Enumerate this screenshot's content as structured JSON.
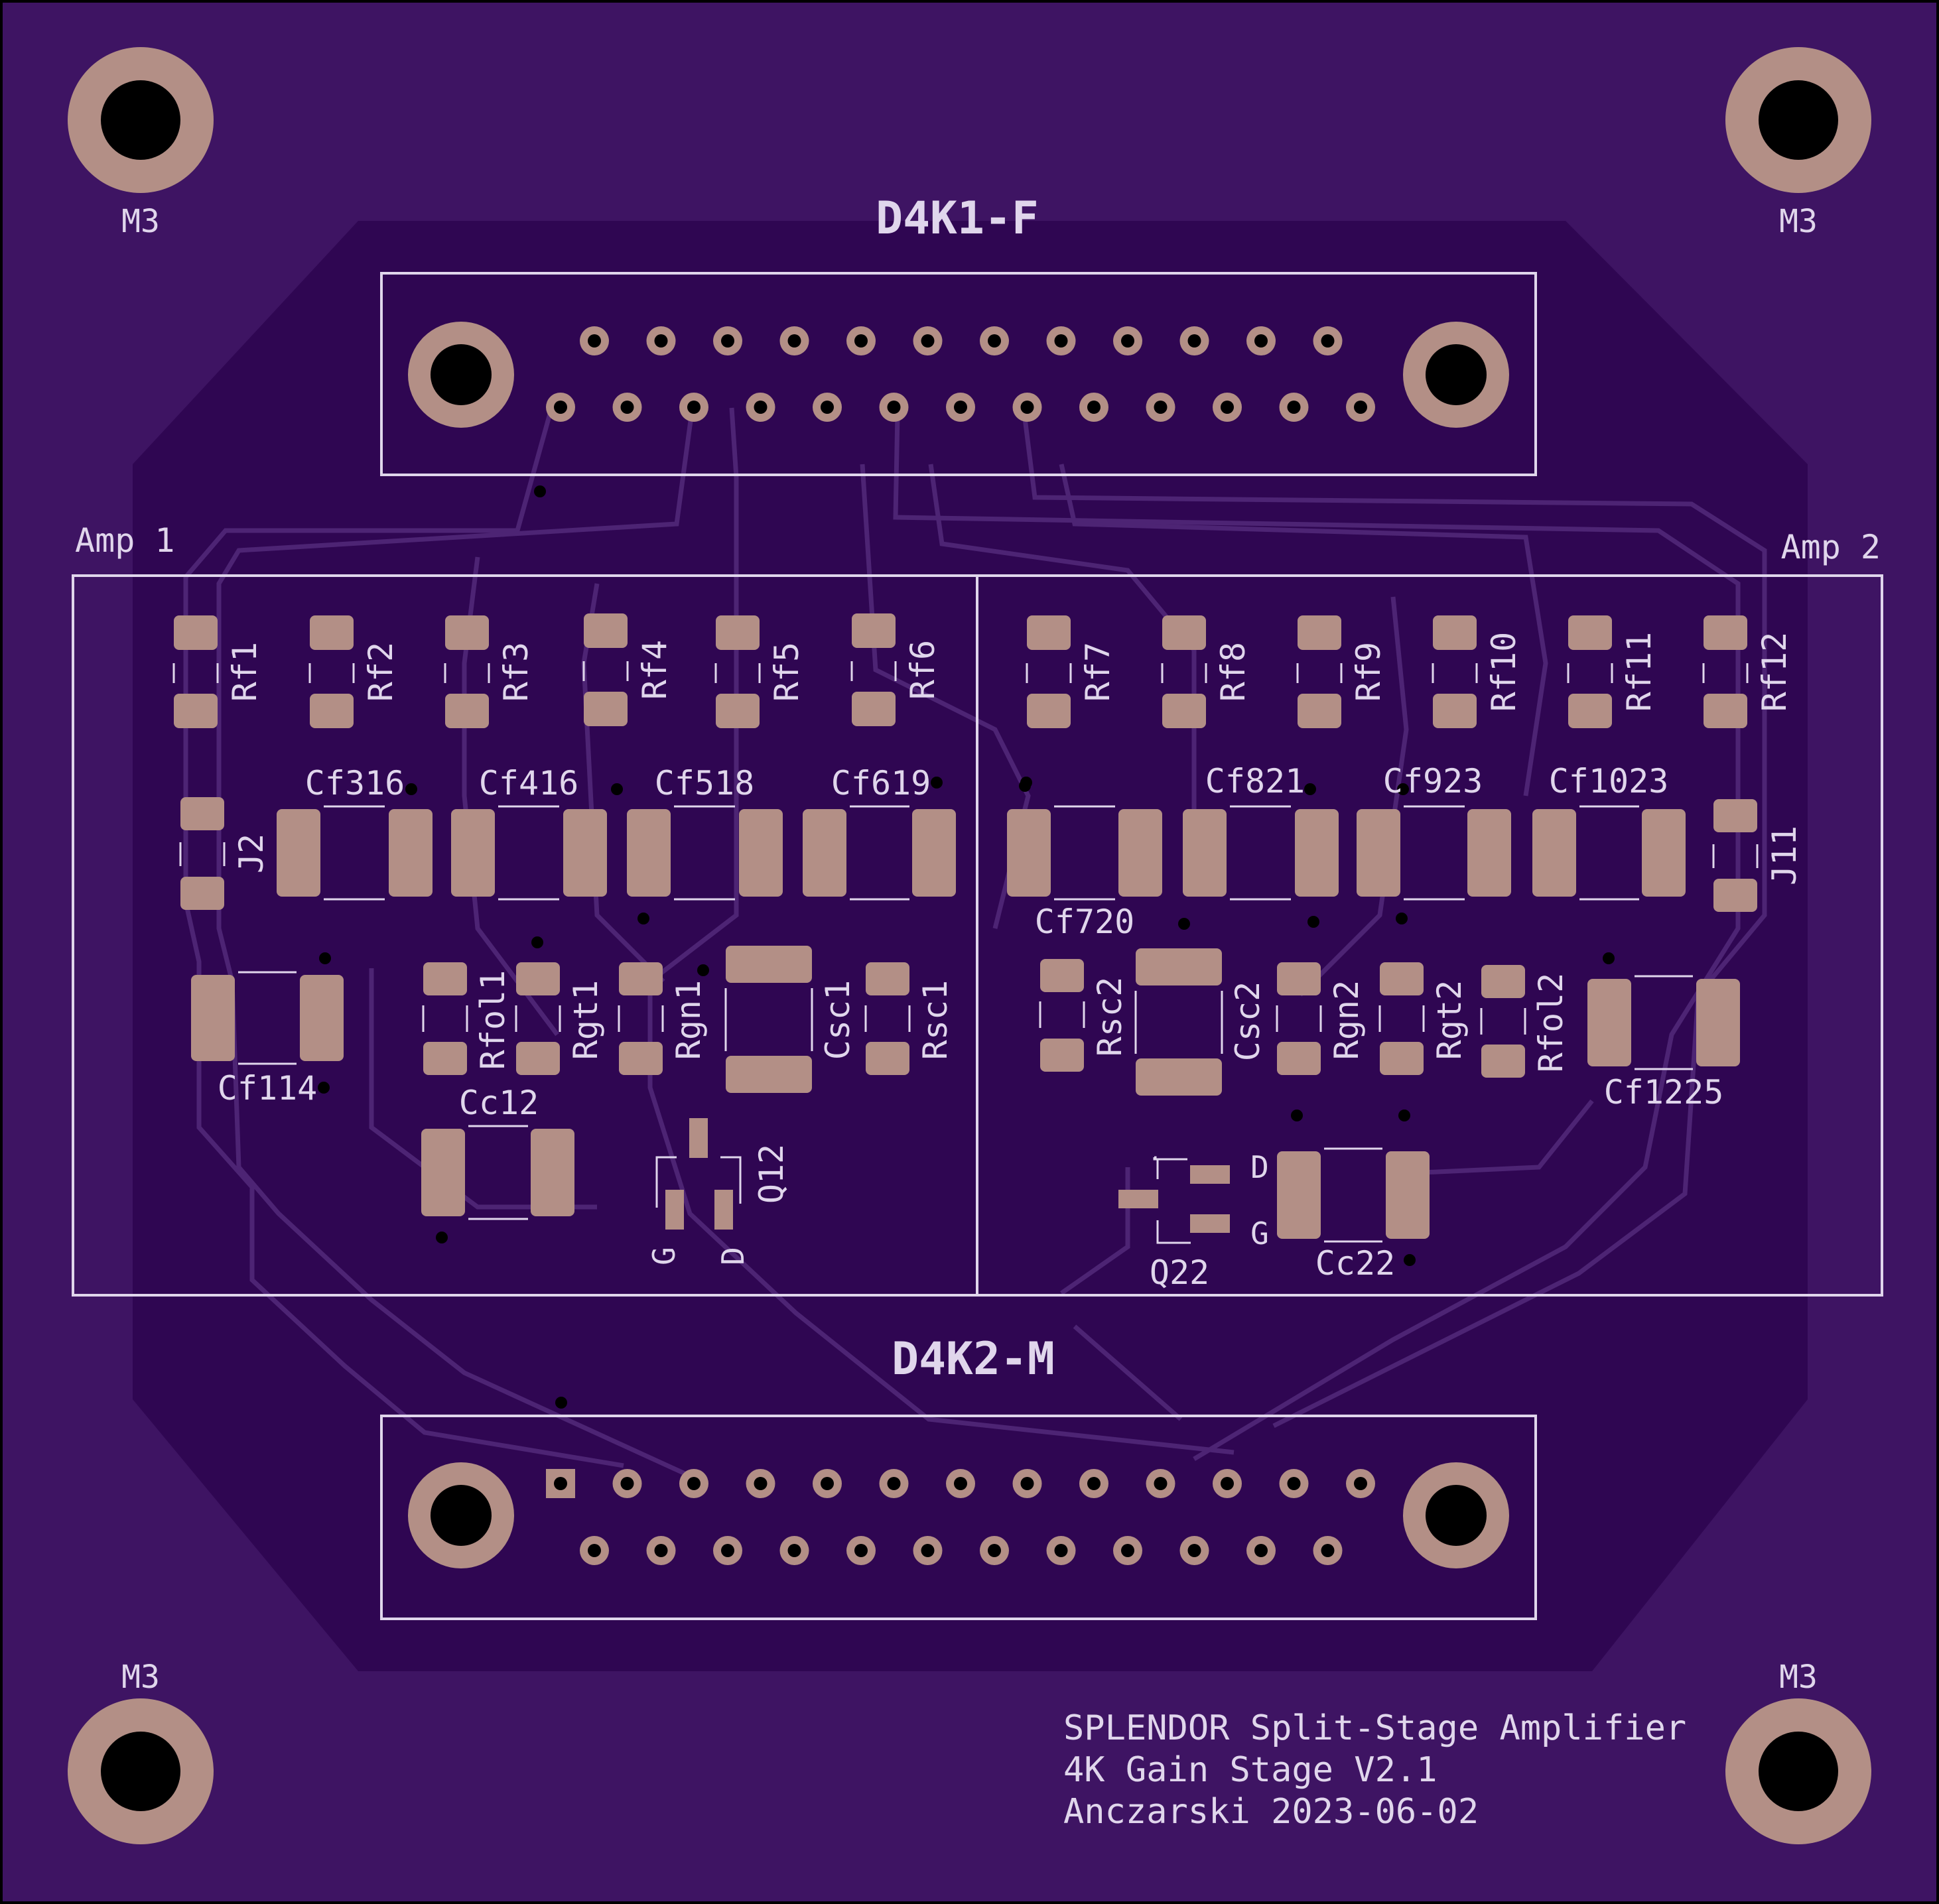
{
  "colors": {
    "board": "#3e1463",
    "pour": "#2f0652",
    "trace": "#4d2474",
    "pad": "#b38f86",
    "silk": "#e0d6ec",
    "drill": "#000000"
  },
  "mounting_holes": [
    "M3",
    "M3",
    "M3",
    "M3"
  ],
  "connectors": {
    "top": {
      "label": "D4K1-F"
    },
    "bottom": {
      "label": "D4K2-M"
    }
  },
  "amps": {
    "left_label": "Amp 1",
    "right_label": "Amp 2"
  },
  "refdes": {
    "rf": [
      "Rf1",
      "Rf2",
      "Rf3",
      "Rf4",
      "Rf5",
      "Rf6",
      "Rf7",
      "Rf8",
      "Rf9",
      "Rf10",
      "Rf11",
      "Rf12"
    ],
    "cf_top": [
      "Cf316",
      "Cf416",
      "Cf518",
      "Cf619",
      "Cf720",
      "Cf821",
      "Cf923",
      "Cf1023"
    ],
    "j_left": "J2",
    "j_right": "J11",
    "cf114": "Cf114",
    "cf1225": "Cf1225",
    "amp1_row": [
      "Rfol1",
      "Rgt1",
      "Rgn1",
      "Csc1",
      "Rsc1"
    ],
    "amp2_row": [
      "Rsc2",
      "Csc2",
      "Rgn2",
      "Rgt2",
      "Rfol2"
    ],
    "cc12": "Cc12",
    "cc22": "Cc22",
    "q12": "Q12",
    "q22": "Q22",
    "pin_g": "G",
    "pin_d": "D"
  },
  "credits": [
    "SPLENDOR Split-Stage Amplifier",
    "4K Gain Stage V2.1",
    "Anczarski 2023-06-02"
  ]
}
